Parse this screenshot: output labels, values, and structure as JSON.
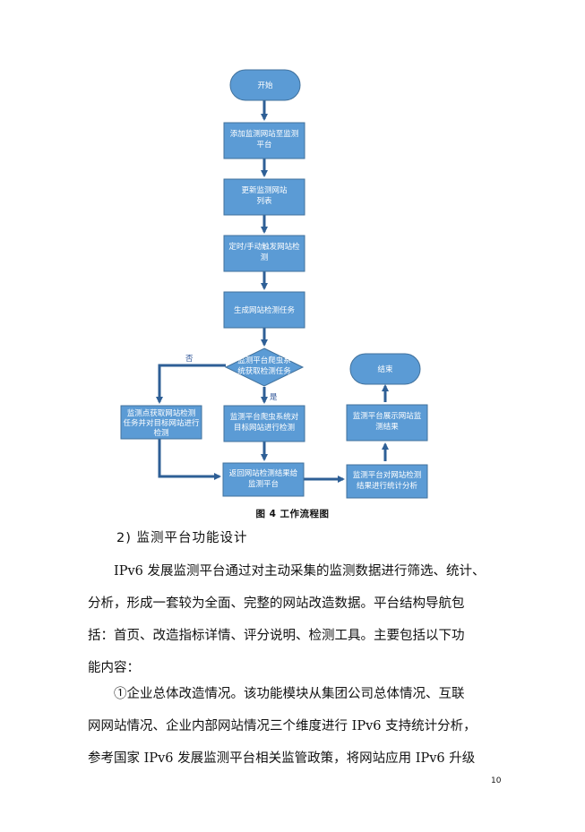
{
  "flowchart": {
    "start": "开始",
    "steps": [
      [
        "添加监测网站至监测",
        "平台"
      ],
      [
        "更新监测网站",
        "列表"
      ],
      [
        "定时/手动触发网站检",
        "测"
      ],
      [
        "生成网站检测任务"
      ]
    ],
    "decision": [
      "监测平台爬虫系",
      "统获取检测任务"
    ],
    "no_label": "否",
    "yes_label": "是",
    "left_box": [
      "监测点获取网站检测",
      "任务并对目标网站进行",
      "检测"
    ],
    "center_box": [
      "监测平台爬虫系统对",
      "目标网站进行检测"
    ],
    "return_box": [
      "返回网站检测结果给",
      "监测平台"
    ],
    "stats_box": [
      "监测平台对网站检测",
      "结果进行统计分析"
    ],
    "display_box": [
      "监测平台展示网站监",
      "测结果"
    ],
    "end": "结束"
  },
  "caption": "图 4  工作流程图",
  "section_heading": "2)  监测平台功能设计",
  "paragraphs": [
    [
      "IPv6 发展监测平台通过对主动采集的监测数据进行筛选、统计、",
      "分析，形成一套较为全面、完整的网站改造数据。平台结构导航包",
      "括：首页、改造指标详情、评分说明、检测工具。主要包括以下功",
      "能内容："
    ],
    [
      "①企业总体改造情况。该功能模块从集团公司总体情况、互联",
      "网网站情况、企业内部网站情况三个维度进行 IPv6 支持统计分析，",
      "参考国家 IPv6 发展监测平台相关监管政策，将网站应用 IPv6 升级"
    ]
  ],
  "page_number": "10",
  "colors": {
    "box_fill": "#5b9bd5",
    "box_stroke": "#41719c",
    "arrow": "#2e5f96",
    "label": "#2f5597"
  }
}
